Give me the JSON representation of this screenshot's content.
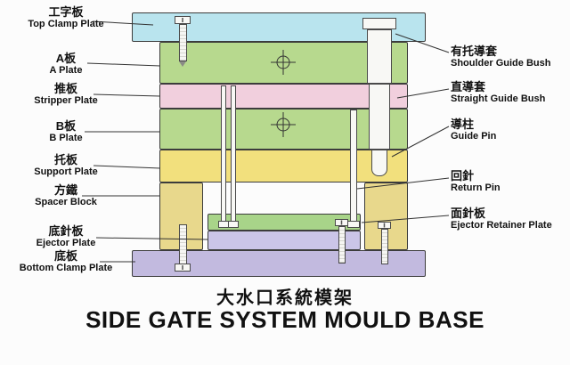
{
  "title": {
    "zh": "大水口系統模架",
    "en": "SIDE GATE SYSTEM MOULD BASE"
  },
  "left_labels": [
    {
      "zh": "工字板",
      "en": "Top Clamp Plate"
    },
    {
      "zh": "A板",
      "en": "A Plate"
    },
    {
      "zh": "推板",
      "en": "Stripper Plate"
    },
    {
      "zh": "B板",
      "en": "B Plate"
    },
    {
      "zh": "托板",
      "en": "Support Plate"
    },
    {
      "zh": "方鐵",
      "en": "Spacer Block"
    },
    {
      "zh": "底針板",
      "en": "Ejector Plate"
    },
    {
      "zh": "底板",
      "en": "Bottom Clamp Plate"
    }
  ],
  "right_labels": [
    {
      "zh": "有托導套",
      "en": "Shoulder Guide Bush"
    },
    {
      "zh": "直導套",
      "en": "Straight Guide Bush"
    },
    {
      "zh": "導柱",
      "en": "Guide Pin"
    },
    {
      "zh": "回針",
      "en": "Return Pin"
    },
    {
      "zh": "面針板",
      "en": "Ejector Retainer Plate"
    }
  ],
  "colors": {
    "top_clamp_plate": "#b9e4ee",
    "a_plate": "#b7d98e",
    "stripper_plate": "#f1cfdd",
    "b_plate": "#b7d98e",
    "support_plate": "#f2e07d",
    "spacer_block": "#e8d88c",
    "ejector_retainer_plate": "#a8d489",
    "ejector_plate": "#cbc5e8",
    "bottom_clamp_plate": "#c2badf",
    "pin_fill": "#f8f8f5",
    "line": "#333333"
  }
}
